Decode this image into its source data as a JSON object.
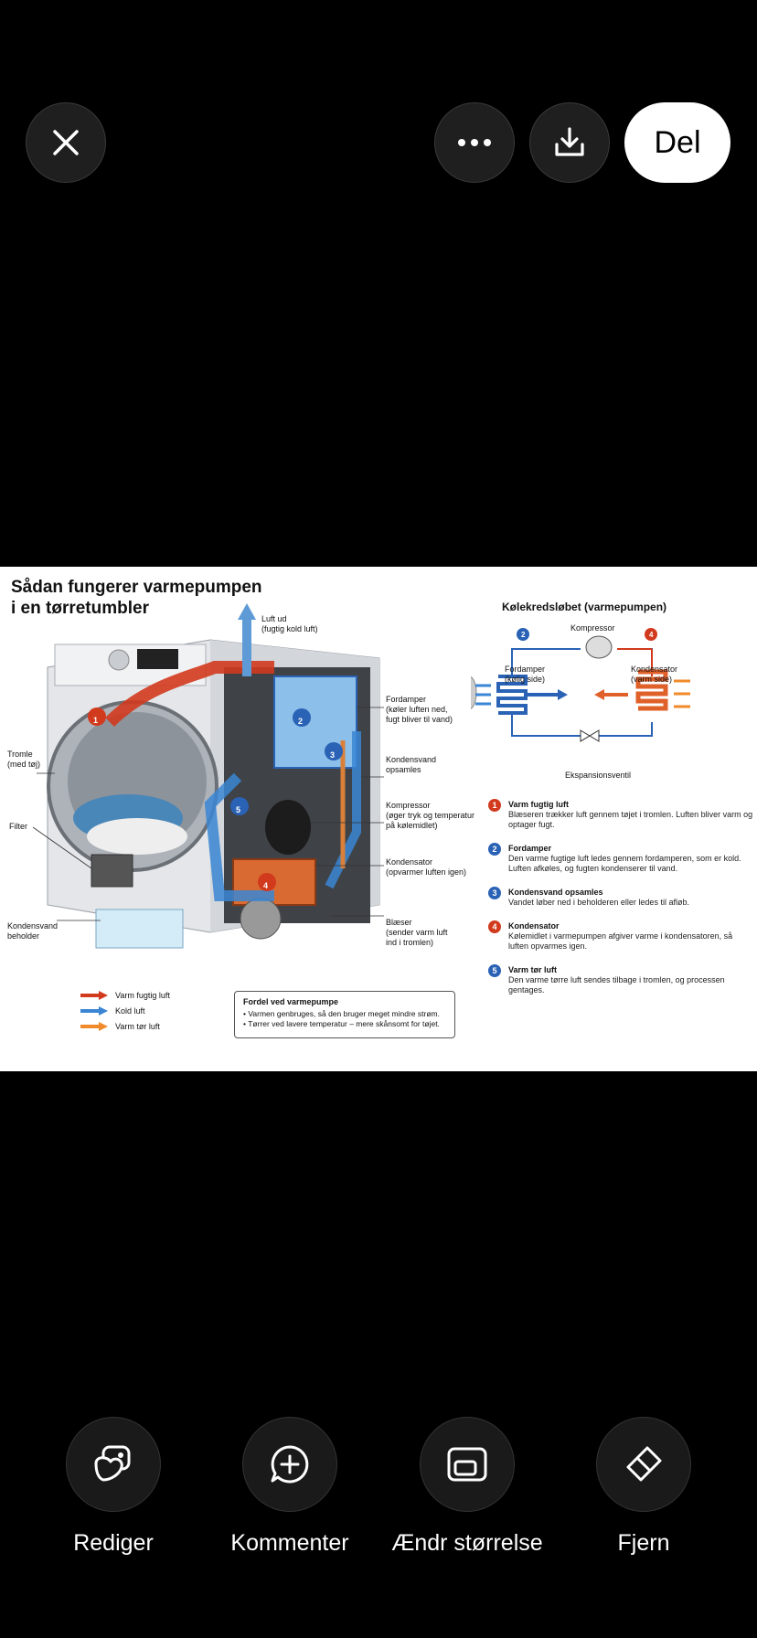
{
  "toolbar": {
    "share_label": "Del"
  },
  "photo": {
    "title_line1": "Sådan fungerer varmepumpen",
    "title_line2": "i en tørretumbler",
    "cycle_title": "Kølekredsløbet (varmepumpen)",
    "diagram_labels": {
      "luft_ud": "Luft ud",
      "luft_ud_sub": "(fugtig kold luft)",
      "tromle": "Tromle",
      "tromle_sub": "(med tøj)",
      "filter": "Filter",
      "kondensvand_beholder_1": "Kondensvand",
      "kondensvand_beholder_2": "beholder",
      "fordamper": "Fordamper",
      "fordamper_sub1": "(køler luften ned,",
      "fordamper_sub2": "fugt bliver til vand)",
      "kondensvand_opsamles_1": "Kondensvand",
      "kondensvand_opsamles_2": "opsamles",
      "kompressor": "Kompressor",
      "kompressor_sub1": "(øger tryk og temperatur",
      "kompressor_sub2": "på kølemidlet)",
      "kondensator": "Kondensator",
      "kondensator_sub": "(opvarmer luften igen)",
      "blaeser": "Blæser",
      "blaeser_sub1": "(sender varm luft",
      "blaeser_sub2": "ind i tromlen)"
    },
    "cycle_labels": {
      "kompressor": "Kompressor",
      "fordamper": "Fordamper",
      "fordamper_sub": "(kølig side)",
      "kondensator": "Kondensator",
      "kondensator_sub": "(varm side)",
      "ekspansionsventil": "Ekspansionsventil"
    },
    "markers": [
      "1",
      "2",
      "3",
      "4",
      "5"
    ],
    "steps": [
      {
        "num": "1",
        "color": "#d23a1e",
        "title": "Varm fugtig luft",
        "desc": "Blæseren trækker luft gennem tøjet i tromlen. Luften bliver varm og optager fugt."
      },
      {
        "num": "2",
        "color": "#2a62b5",
        "title": "Fordamper",
        "desc": "Den varme fugtige luft ledes gennem fordamperen, som er kold. Luften afkøles, og fugten kondenserer til vand."
      },
      {
        "num": "3",
        "color": "#2a62b5",
        "title": "Kondensvand opsamles",
        "desc": "Vandet løber ned i beholderen eller ledes til afløb."
      },
      {
        "num": "4",
        "color": "#d23a1e",
        "title": "Kondensator",
        "desc": "Kølemidlet i varmepumpen afgiver varme i kondensatoren, så luften opvarmes igen."
      },
      {
        "num": "5",
        "color": "#2a62b5",
        "title": "Varm tør luft",
        "desc": "Den varme tørre luft sendes tilbage i tromlen, og processen gentages."
      }
    ],
    "legend": [
      {
        "label": "Varm fugtig luft",
        "color": "#d23a1e"
      },
      {
        "label": "Kold luft",
        "color": "#3a86d4"
      },
      {
        "label": "Varm tør luft",
        "color": "#f08a2a"
      }
    ],
    "fordel": {
      "title": "Fordel ved varmepumpe",
      "items": [
        "Varmen genbruges, så den bruger meget mindre strøm.",
        "Tørrer ved lavere temperatur – mere skånsomt for tøjet."
      ]
    }
  },
  "actions": [
    {
      "label": "Rediger",
      "icon": "edit-image-icon"
    },
    {
      "label": "Kommenter",
      "icon": "comment-plus-icon"
    },
    {
      "label": "Ændr størrelse",
      "icon": "resize-icon"
    },
    {
      "label": "Fjern",
      "icon": "eraser-icon"
    }
  ]
}
